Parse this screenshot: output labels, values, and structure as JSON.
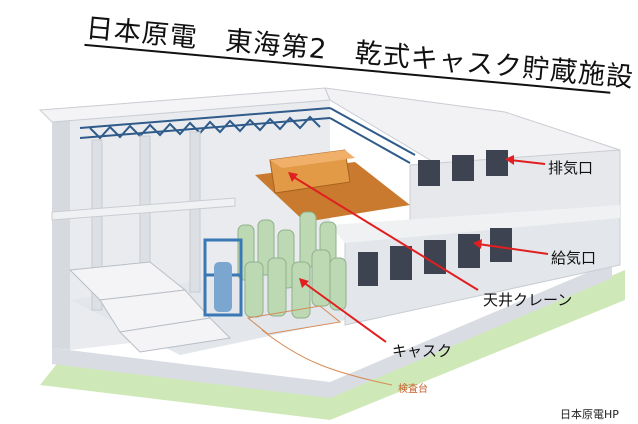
{
  "title": "日本原電　東海第2　乾式キャスク貯蔵施設",
  "labels": {
    "exhaust": "排気口",
    "intake": "給気口",
    "crane": "天井クレーン",
    "cask": "キャスク",
    "inspection": "検査台"
  },
  "credit": "日本原電HP",
  "colors": {
    "wall": "#e6e8ec",
    "roof": "#f1f1f3",
    "truss": "#2f5b8a",
    "crane": "#d98b3a",
    "cask": "#bcd9b4",
    "vent": "#3d4350",
    "ground": "#cfe8b8",
    "arrow": "#e02020"
  }
}
